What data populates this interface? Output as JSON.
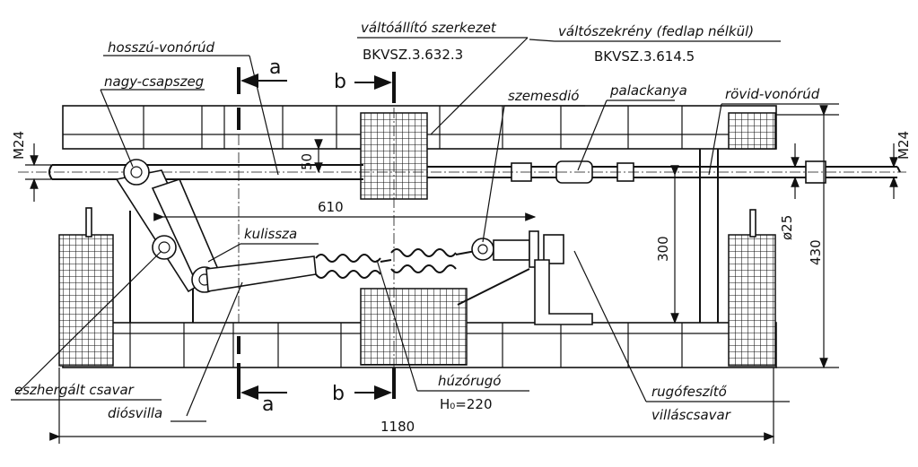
{
  "labels": {
    "hosszu_vonorud": "hosszú-vonórúd",
    "nagy_csapszeg": "nagy-csapszeg",
    "valtoallito_szerkezet": "váltóállító szerkezet",
    "valtoallito_code": "BKVSZ.3.632.3",
    "valtoszekreny": "váltószekrény (fedlap nélkül)",
    "valtoszekreny_code": "BKVSZ.3.614.5",
    "szemesdio": "szemesdió",
    "palackanya": "palackanya",
    "rovid_vonorud": "rövid-vonórúd",
    "kulissza": "kulissza",
    "eszhergalt_csavar": "eszhergált csavar",
    "diosvilla": "diósvilla",
    "huzorugo": "húzórugó",
    "huzorugo_h": "H₀=220",
    "rugofeszito": "rugófeszítő",
    "villascsavar": "villáscsavar"
  },
  "sections": {
    "a_top": "a",
    "b_top": "b",
    "a_bottom": "a",
    "b_bottom": "b"
  },
  "dimensions": {
    "m24_left": "M24",
    "m24_right": "M24",
    "d50": "50",
    "d610": "610",
    "d300": "300",
    "d430": "430",
    "phi25": "ø25",
    "d1180": "1180"
  }
}
